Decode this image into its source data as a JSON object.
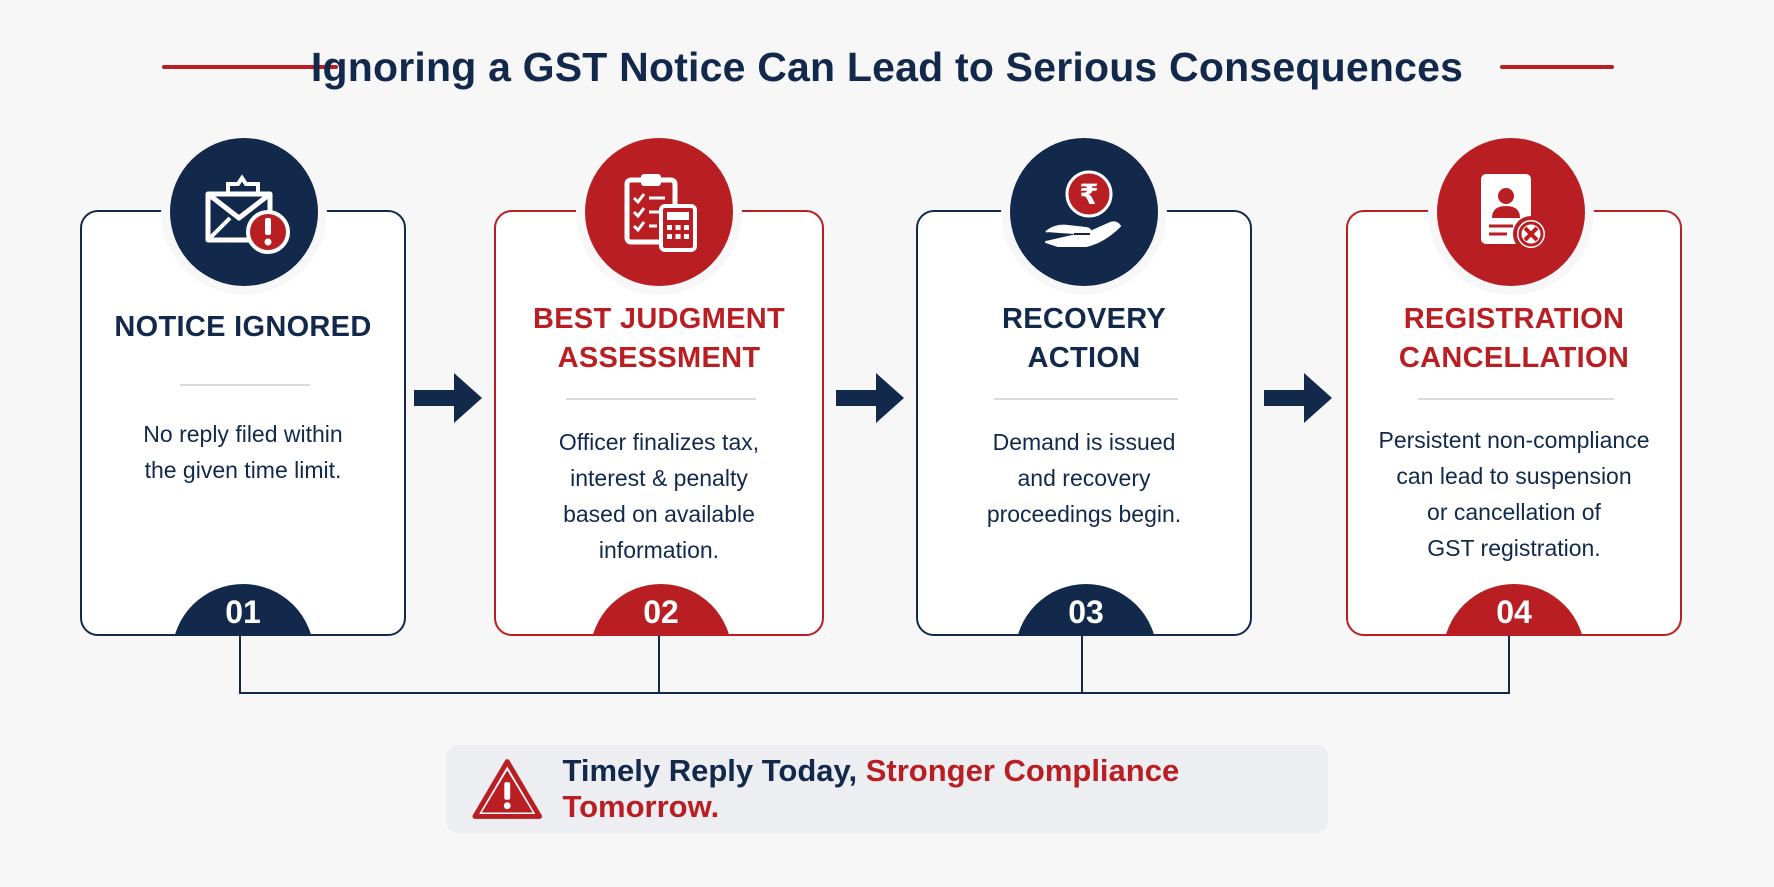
{
  "title": "Ignoring a GST Notice Can Lead to Serious Consequences",
  "colors": {
    "navy": "#13294b",
    "red": "#b81e22",
    "background": "#f7f7f8"
  },
  "steps": [
    {
      "number": "01",
      "title_lines": [
        "NOTICE IGNORED",
        ""
      ],
      "desc_lines": [
        "No reply filed within",
        "the given time limit.",
        "",
        ""
      ],
      "icon": "envelope-alert-icon",
      "color": "navy"
    },
    {
      "number": "02",
      "title_lines": [
        "BEST JUDGMENT",
        "ASSESSMENT"
      ],
      "desc_lines": [
        "Officer finalizes tax,",
        "interest & penalty",
        "based on available",
        "information."
      ],
      "icon": "clipboard-calculator-icon",
      "color": "red"
    },
    {
      "number": "03",
      "title_lines": [
        "RECOVERY",
        "ACTION"
      ],
      "desc_lines": [
        "Demand is issued",
        "and recovery",
        "proceedings begin.",
        ""
      ],
      "icon": "rupee-hand-icon",
      "color": "navy"
    },
    {
      "number": "04",
      "title_lines": [
        "REGISTRATION",
        "CANCELLATION"
      ],
      "desc_lines": [
        "Persistent non-compliance",
        "can lead to suspension",
        "or cancellation of",
        "GST registration."
      ],
      "icon": "id-card-cancel-icon",
      "color": "red"
    }
  ],
  "banner": {
    "icon": "warning-triangle-icon",
    "text_part1": "Timely Reply Today,",
    "text_part2": "Stronger Compliance Tomorrow."
  }
}
